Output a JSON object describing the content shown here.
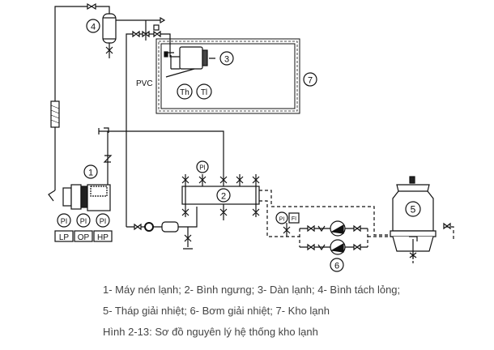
{
  "labels": {
    "compressor": "1",
    "condenser": "2",
    "evaporator": "3",
    "separator": "4",
    "tower": "5",
    "pump": "6",
    "room": "7",
    "pvc": "PVC",
    "th": "Th",
    "tl": "Tl",
    "pi": "PI",
    "lp": "LP",
    "op": "OP",
    "hp": "HP",
    "fi": "FI"
  },
  "caption": {
    "line1": "1- Máy nén lạnh; 2- Bình ngưng; 3- Dàn lạnh; 4- Bình tách lỏng;",
    "line2": "5- Tháp giải nhiệt; 6- Bơm giải nhiệt; 7- Kho lạnh",
    "line3": "Hình 2-13: Sơ đồ nguyên lý hệ thống kho lạnh"
  }
}
